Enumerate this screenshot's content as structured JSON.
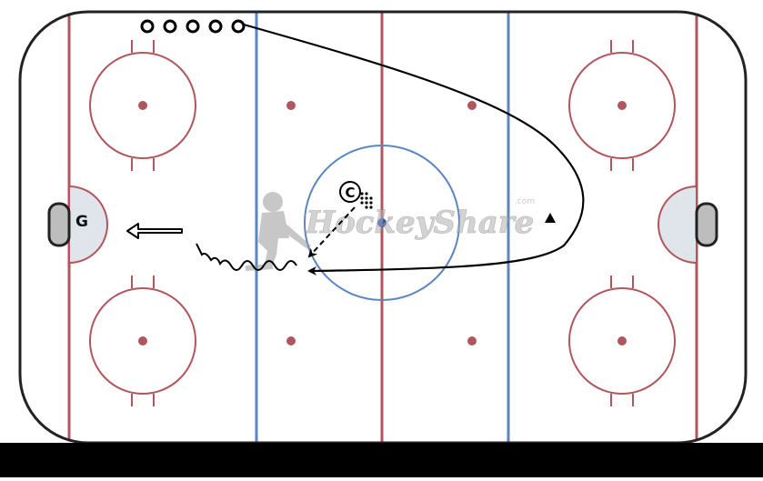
{
  "diagram": {
    "goalie_label": "G",
    "coach_label": "C",
    "watermark_text": "HockeyShare",
    "watermark_suffix": ".com",
    "players_in_line": 5,
    "colors": {
      "ice": "#ffffff",
      "boards": "#222222",
      "red_line": "#b0565e",
      "blue_line": "#5b86c2",
      "faceoff_circle": "#b0565e",
      "crease_fill": "#dfe5ea",
      "center_dot": "#2b4fb0",
      "drill_path": "#000000",
      "watermark": "#b8b8b8",
      "bottom_bar": "#000000"
    },
    "icons": [
      "player-icon",
      "coach-icon",
      "cone-icon",
      "goalie-icon",
      "shot-arrow-icon",
      "puck-icon"
    ]
  }
}
